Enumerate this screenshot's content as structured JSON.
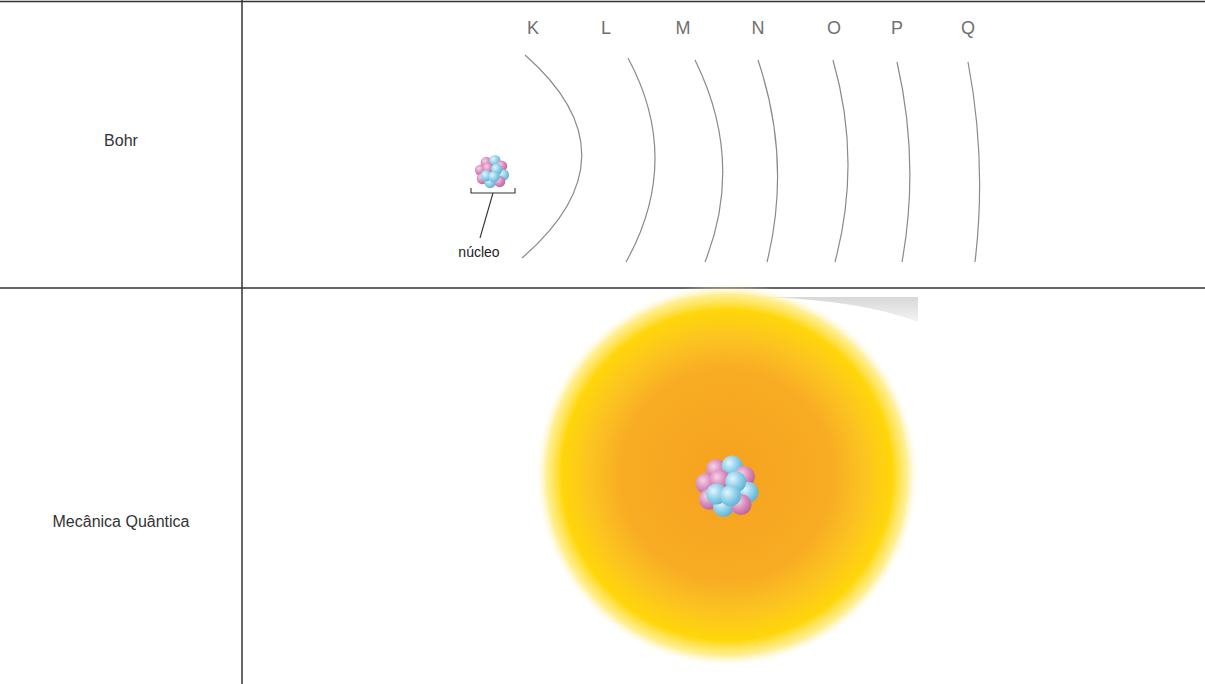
{
  "diagram": {
    "labels": [
      "Bohr",
      "Mecânica Quântica",
      "K",
      "L",
      "M",
      "N",
      "O",
      "P",
      "Q",
      "núcleo"
    ]
  }
}
